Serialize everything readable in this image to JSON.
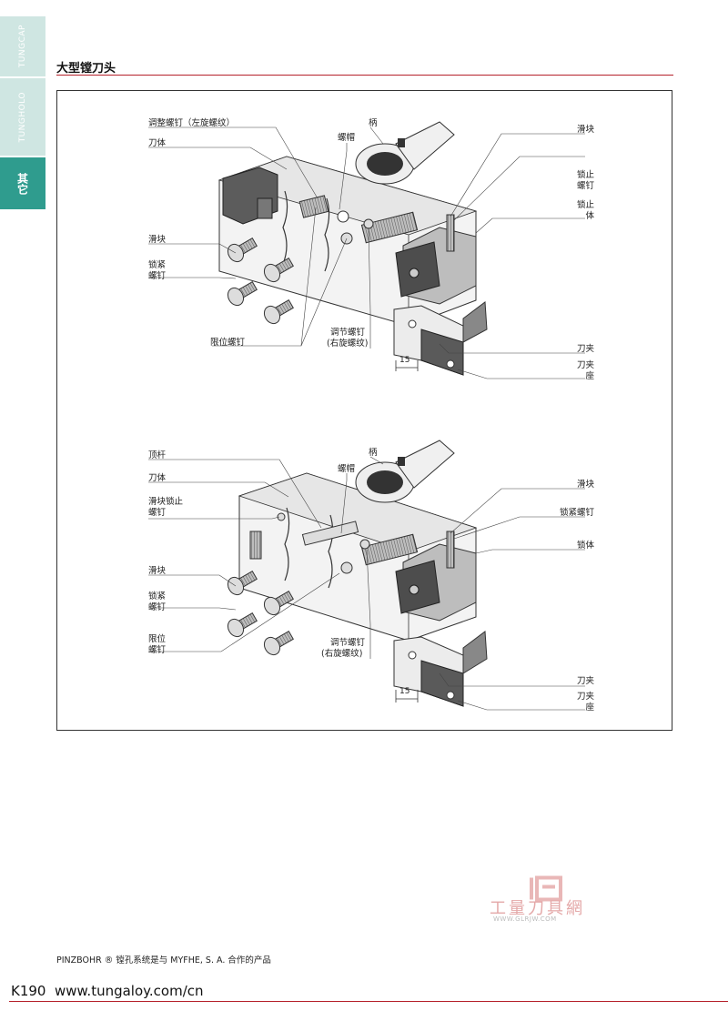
{
  "sidebar": {
    "tab1": "TUNGCAP",
    "tab2": "TUNGHOLO",
    "tab3": "其它"
  },
  "page_title": "大型镗刀头",
  "diagram1": {
    "labels": {
      "adjust_screw_left": "调整螺钉（左旋螺纹）",
      "body": "刀体",
      "nut": "螺帽",
      "shank": "柄",
      "slider_right": "滑块",
      "lock_screw_right_1": "锁止",
      "lock_screw_right_2": "螺钉",
      "lock_body_1": "锁止",
      "lock_body_2": "体",
      "slider_left": "滑块",
      "clamp_screw_1": "锁紧",
      "clamp_screw_2": "螺钉",
      "limit_screw": "限位螺钉",
      "adjust_screw_right_1": "调节螺钉",
      "adjust_screw_right_2": "(右旋螺纹)",
      "clamp": "刀夹",
      "clamp_seat_1": "刀夹",
      "clamp_seat_2": "座",
      "dim": "15"
    }
  },
  "diagram2": {
    "labels": {
      "ejector": "顶杆",
      "body": "刀体",
      "slider_lock_1": "滑块锁止",
      "slider_lock_2": "螺钉",
      "nut": "螺帽",
      "shank": "柄",
      "slider_right": "滑块",
      "clamp_screw_right": "锁紧螺钉",
      "lock_body": "锁体",
      "slider_left": "滑块",
      "clamp_screw_1": "锁紧",
      "clamp_screw_2": "螺钉",
      "limit_1": "限位",
      "limit_2": "螺钉",
      "adjust_screw_right_1": "调节螺钉",
      "adjust_screw_right_2": "(右旋螺纹)",
      "clamp": "刀夹",
      "clamp_seat_1": "刀夹",
      "clamp_seat_2": "座",
      "dim": "15"
    }
  },
  "watermark": {
    "text": "工量刀具網",
    "url": "WWW.GLRJW.COM"
  },
  "footnote": "PINZBOHR ® 镗孔系统是与 MYFHE, S. A. 合作的产品",
  "page_number": "K190",
  "website": "www.tungaloy.com/cn"
}
